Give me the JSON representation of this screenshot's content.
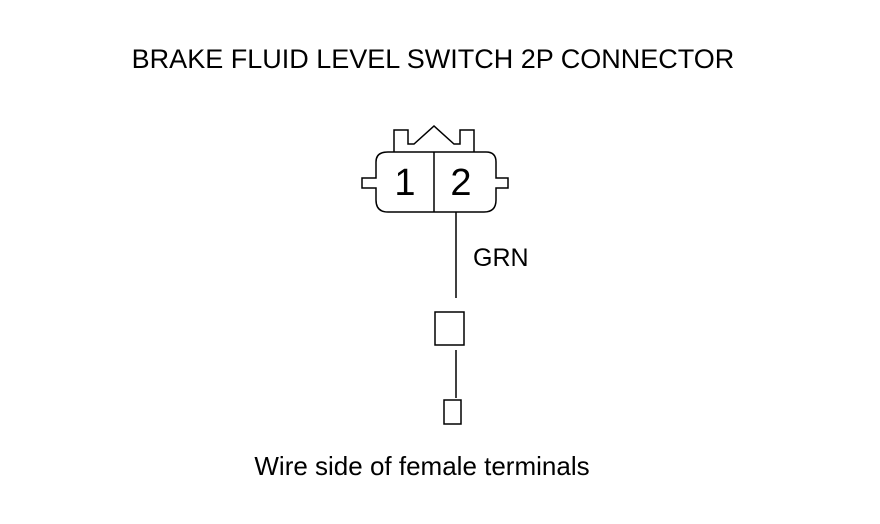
{
  "title": "BRAKE FLUID LEVEL SWITCH 2P CONNECTOR",
  "connector": {
    "pins": [
      "1",
      "2"
    ]
  },
  "wire": {
    "color_label": "GRN"
  },
  "caption": "Wire side of female terminals"
}
